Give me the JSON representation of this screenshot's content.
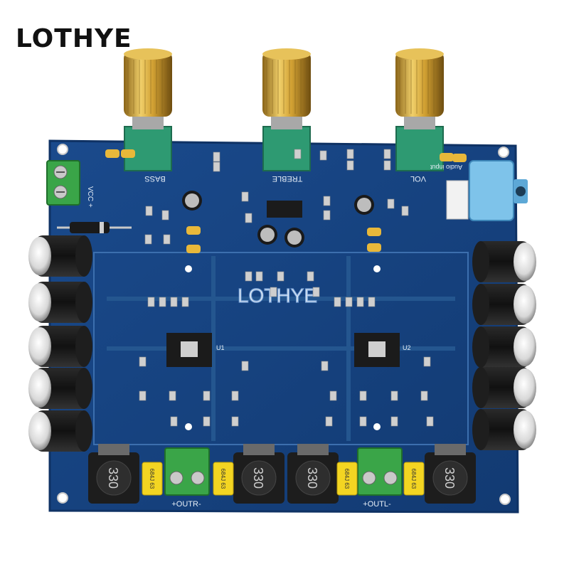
{
  "brand": "LOTHYE",
  "board": {
    "watermark": "LOTHYE",
    "knob_labels": {
      "bass": "BASS",
      "treble": "TREBLE",
      "vol": "VOL"
    },
    "power_label": "VCC +",
    "input_label": "Audio input",
    "output_right": "+OUTR-",
    "output_left": "+OUTL-",
    "chip_labels": [
      "U1",
      "U2"
    ],
    "inductor_marking": "330",
    "capacitor_marking": "684J 63"
  },
  "colors": {
    "board": "#15407e",
    "board_edge": "#0f3264",
    "silkscreen": "#e6eef7",
    "knob_gold": "#d2a133",
    "pot_green": "#2e9a72",
    "terminal_green": "#3aa548",
    "cap_yellow": "#f3d522"
  }
}
